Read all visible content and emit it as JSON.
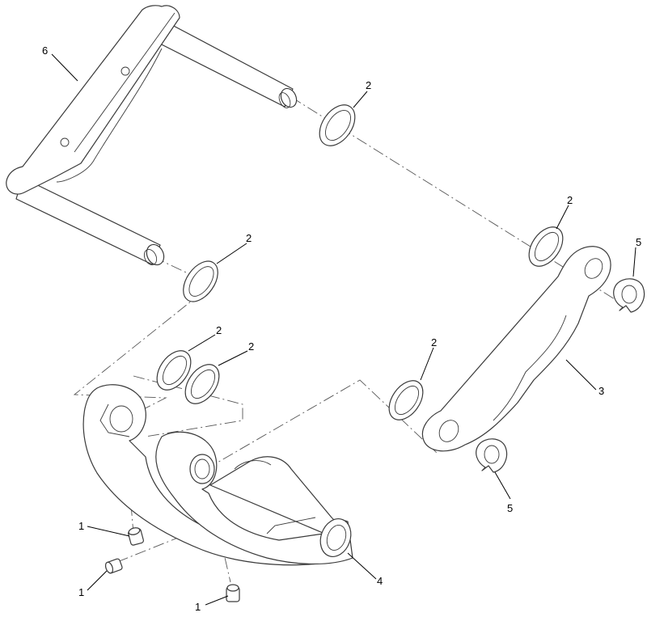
{
  "diagram": {
    "callouts": [
      {
        "id": "c6",
        "label": "6"
      },
      {
        "id": "c2a",
        "label": "2"
      },
      {
        "id": "c2b",
        "label": "2"
      },
      {
        "id": "c2c",
        "label": "2"
      },
      {
        "id": "c2d",
        "label": "2"
      },
      {
        "id": "c2e",
        "label": "2"
      },
      {
        "id": "c2f",
        "label": "2"
      },
      {
        "id": "c5a",
        "label": "5"
      },
      {
        "id": "c3",
        "label": "3"
      },
      {
        "id": "c5b",
        "label": "5"
      },
      {
        "id": "c1a",
        "label": "1"
      },
      {
        "id": "c1b",
        "label": "1"
      },
      {
        "id": "c1c",
        "label": "1"
      },
      {
        "id": "c4",
        "label": "4"
      }
    ],
    "line_color": "#3a3a3a"
  }
}
